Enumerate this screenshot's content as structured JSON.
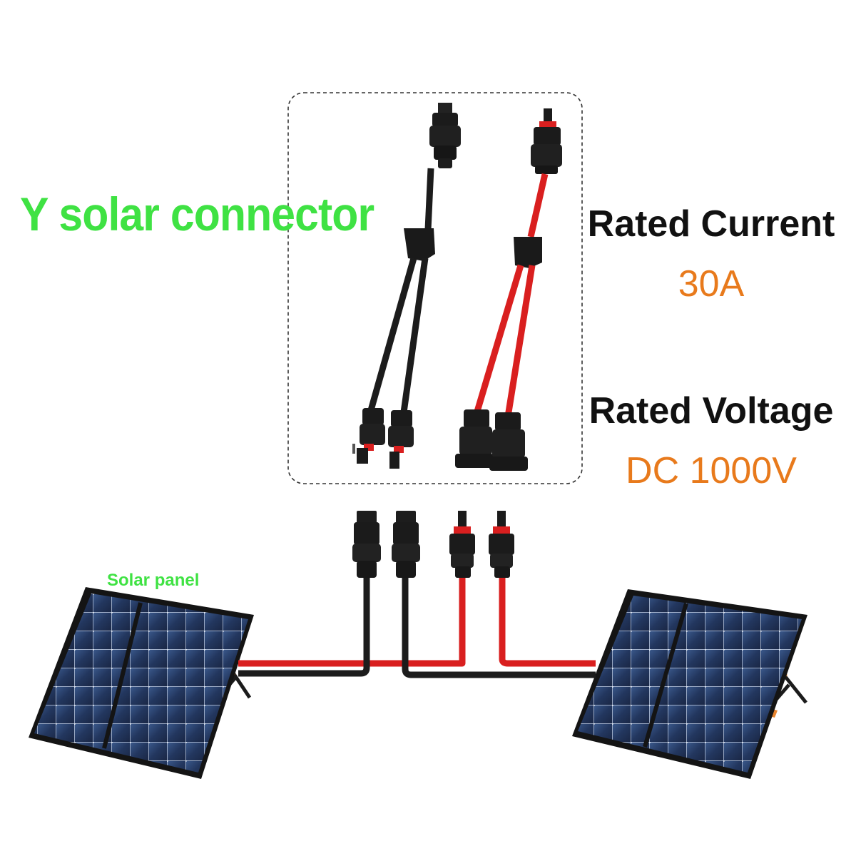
{
  "title": "Y solar connector",
  "specs": {
    "current_label": "Rated Current",
    "current_value": "30A",
    "voltage_label": "Rated Voltage",
    "voltage_value": "DC 1000V"
  },
  "panel_label": "Solar panel",
  "colors": {
    "title_green": "#3fe243",
    "value_orange": "#e87a1c",
    "cable_red": "#d91f1f",
    "cable_black": "#1c1c1c",
    "panel_blue": "#1c2a4a"
  },
  "icons": [
    "y-branch-connector-negative-icon",
    "y-branch-connector-positive-icon",
    "mc4-connector-icon",
    "solar-panel-icon"
  ]
}
